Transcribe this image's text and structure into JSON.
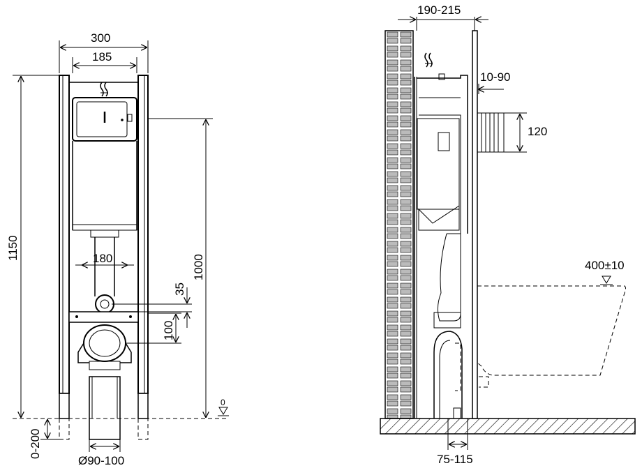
{
  "front_view": {
    "dims": {
      "outer_width": "300",
      "inner_width": "185",
      "total_height": "1150",
      "height_to_plate": "1000",
      "pipe_spacing": "180",
      "dim_35": "35",
      "dim_100": "100",
      "leg_adjust": "0-200",
      "drain_diameter": "Ø90-100",
      "floor_level": "0"
    }
  },
  "side_view": {
    "dims": {
      "wall_depth": "190-215",
      "panel_offset": "10-90",
      "pipe_height": "120",
      "bowl_height": "400±10",
      "drain_offset": "75-115"
    }
  }
}
